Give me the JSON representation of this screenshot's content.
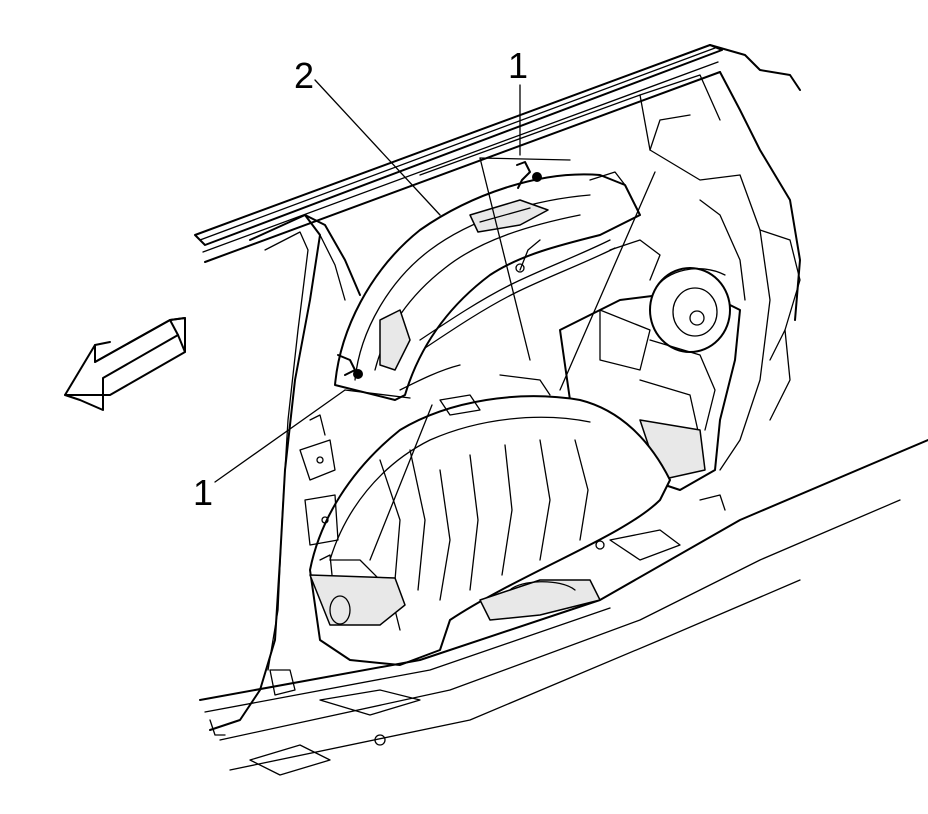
{
  "diagram": {
    "callouts": [
      {
        "id": "callout-1-top",
        "label": "1"
      },
      {
        "id": "callout-2",
        "label": "2"
      },
      {
        "id": "callout-1-left",
        "label": "1"
      }
    ],
    "icons": [
      "direction-arrow-icon"
    ]
  }
}
